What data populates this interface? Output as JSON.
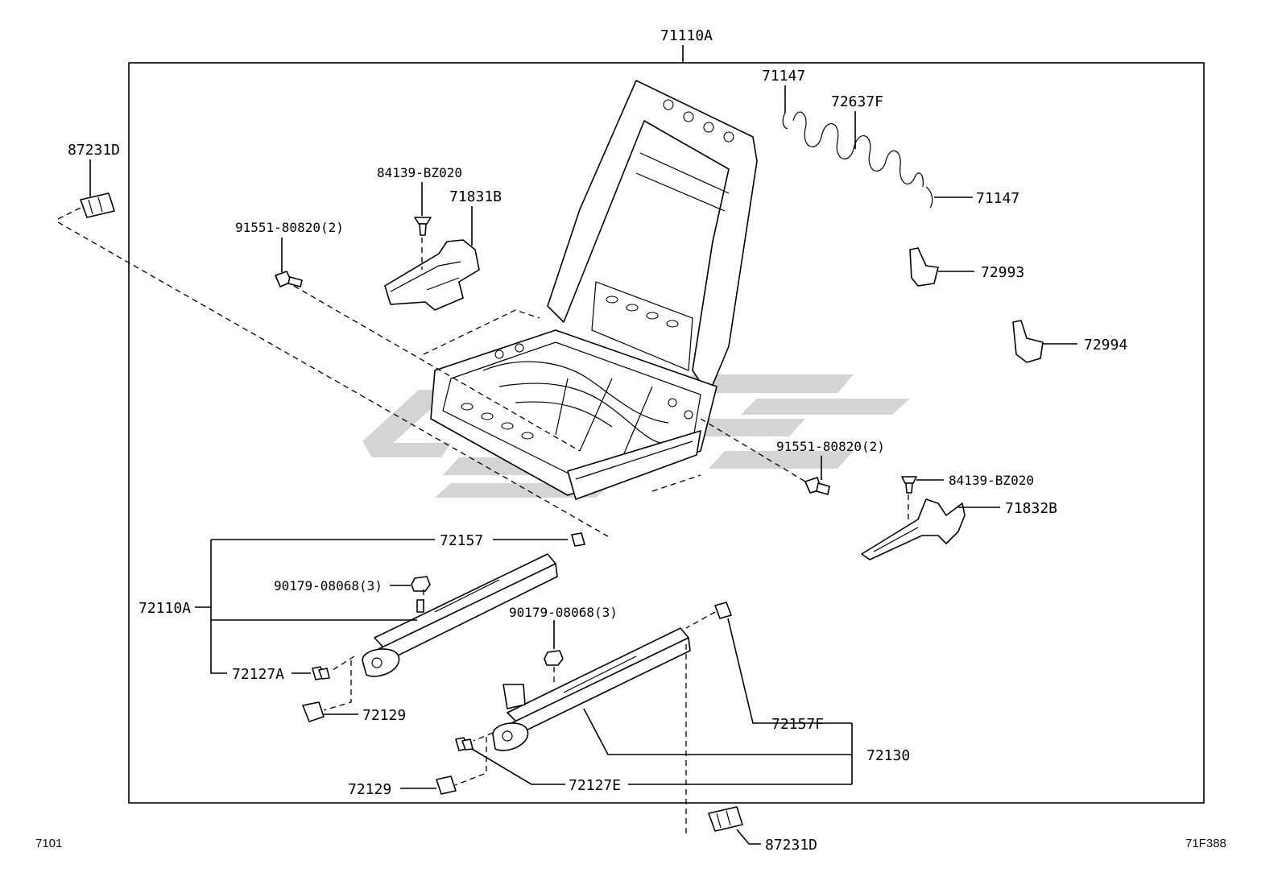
{
  "parts": {
    "frame_assy": "71110A",
    "spring_end_top": "71147",
    "spring": "72637F",
    "spring_end_right": "71147",
    "cover_left_outer": "87231D",
    "clip_left": "84139-BZ020",
    "bracket_left": "71831B",
    "bolt_left": "91551-80820(2)",
    "cover_72993": "72993",
    "cover_72994": "72994",
    "bolt_right": "91551-80820(2)",
    "clip_right": "84139-BZ020",
    "bracket_right": "71832B",
    "track_cover_front": "72157",
    "nut_left": "90179-08068(3)",
    "adjuster_assy_left": "72110A",
    "nut_right": "90179-08068(3)",
    "stopper_left": "72127A",
    "cover_72129_upper": "72129",
    "cover_72157f": "72157F",
    "adjuster_assy_right": "72130",
    "cover_72129_lower": "72129",
    "stopper_right": "72127E",
    "cover_right_outer": "87231D"
  },
  "footer": {
    "page_code_left": "7101",
    "figure_code_right": "71F388"
  }
}
